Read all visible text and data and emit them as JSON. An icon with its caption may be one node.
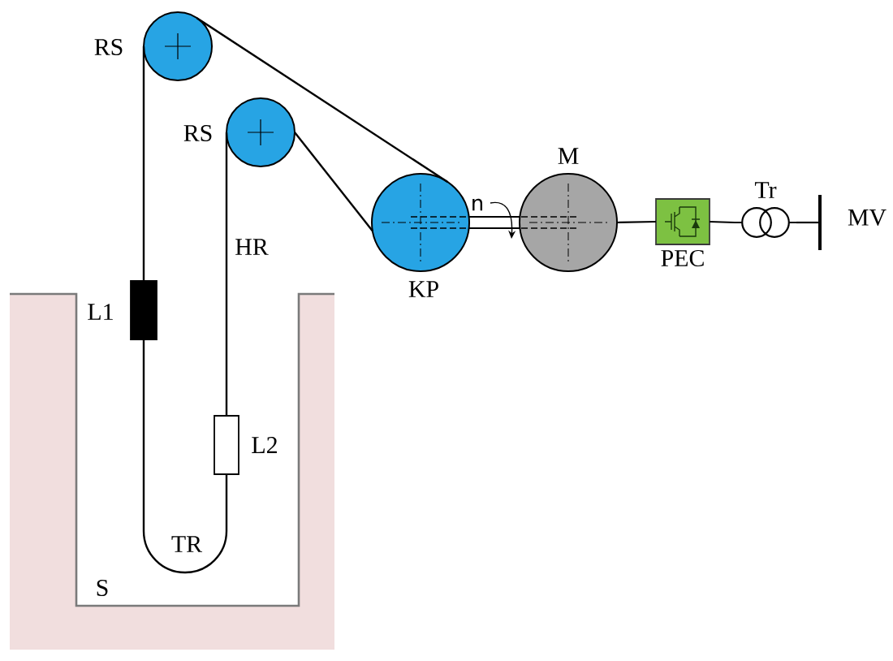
{
  "diagram": {
    "nodes": [
      {
        "text": [
          "RS"
        ]
      },
      {
        "text": [
          "RS"
        ]
      },
      {
        "text": [
          "KP"
        ]
      },
      {
        "text": [
          "M"
        ]
      },
      {
        "text": [
          "PEC"
        ]
      },
      {
        "text": [
          "Tr"
        ]
      },
      {
        "text": [
          "MV"
        ]
      },
      {
        "text": [
          "L1"
        ]
      },
      {
        "text": [
          "L2"
        ]
      }
    ],
    "edges": [
      {
        "from": 0,
        "to": 7,
        "arrow": "none"
      },
      {
        "from": 0,
        "to": 2,
        "arrow": "none"
      },
      {
        "from": 1,
        "to": 2,
        "arrow": "none"
      },
      {
        "from": 1,
        "to": 8,
        "arrow": "none",
        "label": "HR"
      },
      {
        "from": 7,
        "to": 8,
        "arrow": "none",
        "label": "TR"
      },
      {
        "from": 2,
        "to": 3,
        "arrow": "none"
      },
      {
        "from": 3,
        "to": 4,
        "arrow": "none"
      },
      {
        "from": 4,
        "to": 5,
        "arrow": "none"
      },
      {
        "from": 5,
        "to": 6,
        "arrow": "none"
      }
    ],
    "labels": [
      "n",
      "S"
    ]
  }
}
